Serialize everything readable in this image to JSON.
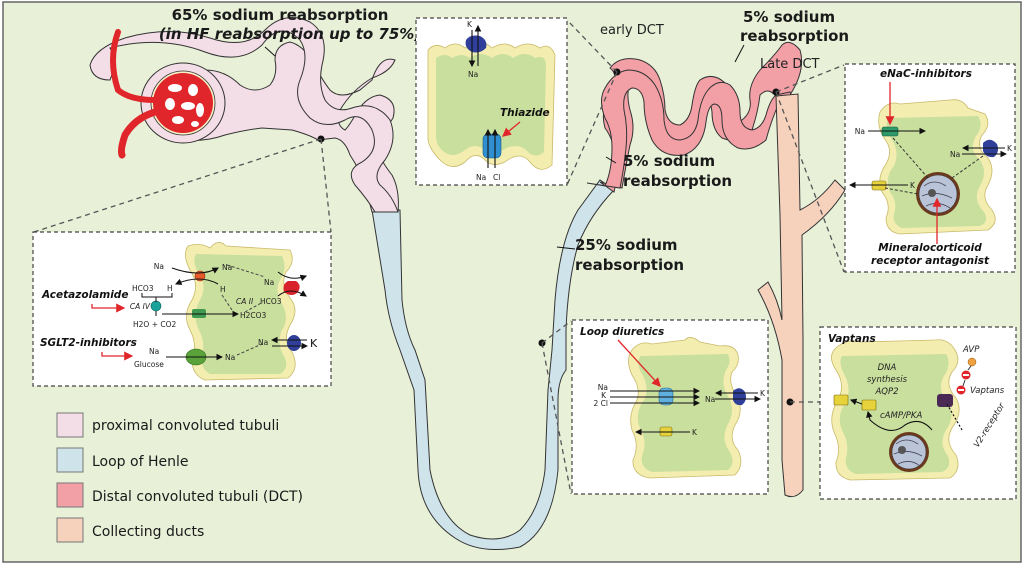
{
  "figure": {
    "title": "Sites of sodium reabsorption along the nephron and diuretic targets",
    "colors": {
      "background": "#e8f0d8",
      "frame": "#666666",
      "proximal": "#f3dde6",
      "henle": "#cfe3ea",
      "dct": "#f2a0a6",
      "collecting": "#f6d2bd",
      "glomerulus": "#e0262a",
      "cell_body": "#c9df9e",
      "cell_membrane": "#f3eeb0",
      "inset_bg": "#ffffff",
      "drug_arrow": "#e0262a"
    }
  },
  "annotations": {
    "proximal": {
      "line1": "65% sodium reabsorption",
      "line2": "(in HF reabsorption up to 75%)"
    },
    "henle": {
      "line1": "25% sodium",
      "line2": "reabsorption"
    },
    "early_dct_label": "early DCT",
    "early_dct": {
      "line1": "5% sodium",
      "line2": "reabsorption"
    },
    "late_dct_label": "Late DCT",
    "late_dct": {
      "line1": "5% sodium",
      "line2": "reabsorption"
    }
  },
  "insets": {
    "proximal": {
      "drugs": [
        "Acetazolamide",
        "SGLT2-inhibitors"
      ],
      "enzyme_1": "CA IV",
      "enzyme_2": "CA II",
      "ions": {
        "na": "Na",
        "h": "H",
        "hco3": "HCO3",
        "h2co3": "H2CO3",
        "h2o_co2": "H2O + CO2",
        "glucose": "Glucose",
        "k": "K"
      }
    },
    "thiazide": {
      "drug": "Thiazide",
      "ions": {
        "k": "K",
        "na": "Na",
        "cl": "Cl"
      }
    },
    "loop": {
      "drug": "Loop diuretics",
      "ions": {
        "na": "Na",
        "k": "K",
        "cl2": "2 Cl"
      }
    },
    "enac": {
      "drug": "eNaC-inhibitors",
      "drug_2_line1": "Mineralocorticoid",
      "drug_2_line2": "receptor antagonist",
      "ions": {
        "na": "Na",
        "k": "K"
      }
    },
    "vaptans": {
      "title": "Vaptans",
      "dna_line1": "DNA",
      "dna_line2": "synthesis",
      "dna_line3": "AQP2",
      "camp": "cAMP/PKA",
      "avp": "AVP",
      "vaptans_label": "Vaptans",
      "receptor": "V2-receptor"
    }
  },
  "legend": [
    {
      "label": "proximal convoluted tubuli",
      "color": "#f3dde6"
    },
    {
      "label": "Loop of Henle",
      "color": "#cfe3ea"
    },
    {
      "label": "Distal convoluted tubuli (DCT)",
      "color": "#f2a0a6"
    },
    {
      "label": "Collecting ducts",
      "color": "#f6d2bd"
    }
  ]
}
